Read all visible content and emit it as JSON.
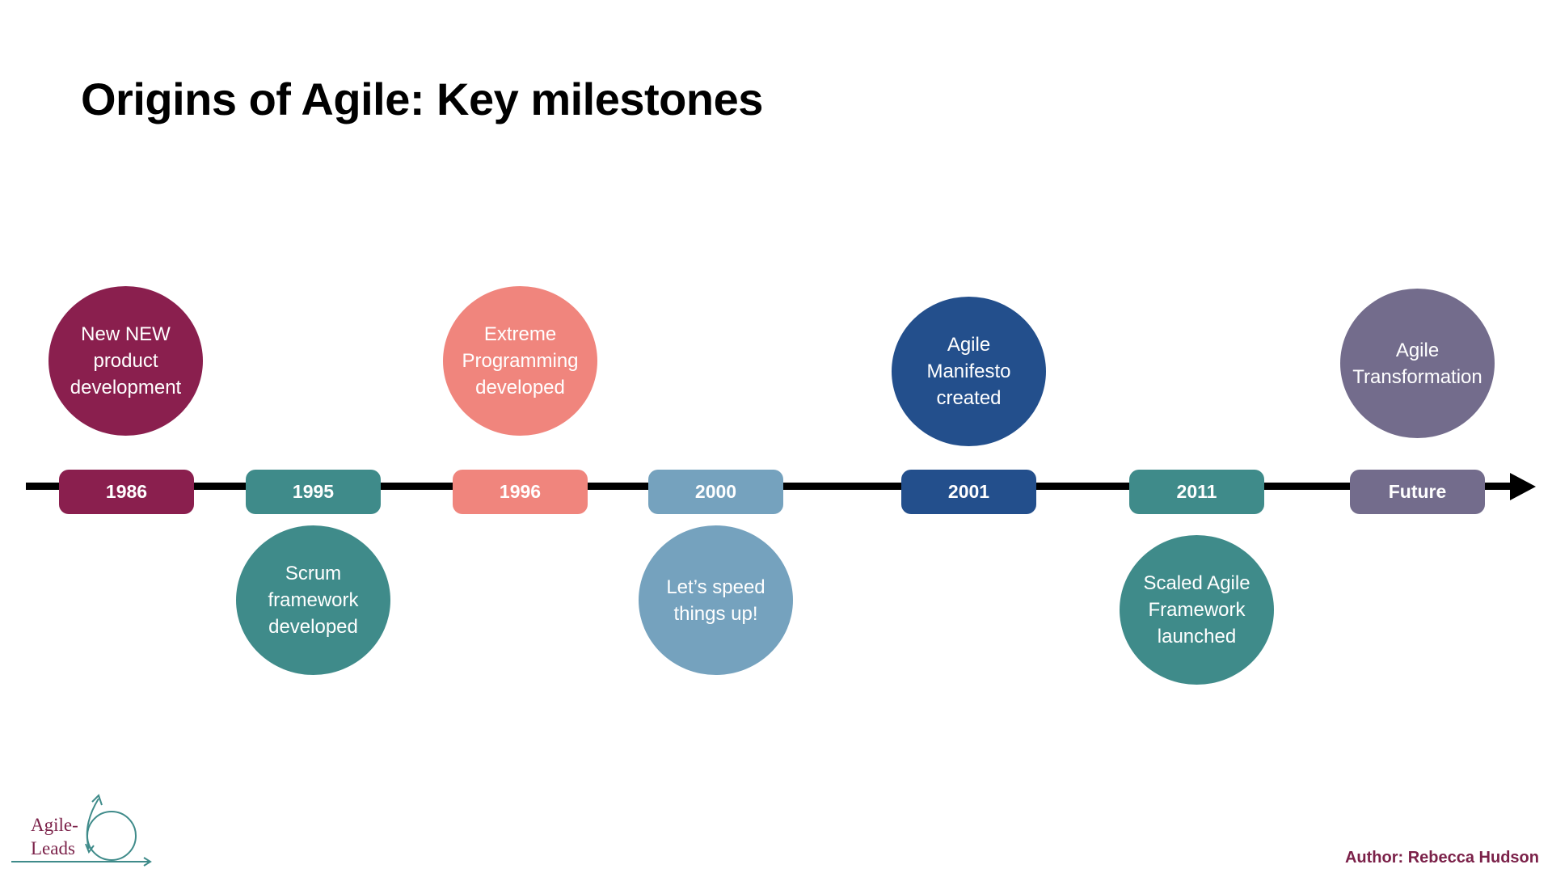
{
  "title": "Origins of Agile: Key milestones",
  "milestones": [
    {
      "year": "1986",
      "event": [
        "New NEW",
        "product",
        "development"
      ],
      "position": "above",
      "color": "#8a1f4e"
    },
    {
      "year": "1995",
      "event": [
        "Scrum",
        "framework",
        "developed"
      ],
      "position": "below",
      "color": "#3f8b8a"
    },
    {
      "year": "1996",
      "event": [
        "Extreme",
        "Programming",
        "developed"
      ],
      "position": "above",
      "color": "#f0857d"
    },
    {
      "year": "2000",
      "event": [
        "Let’s speed",
        "things up!"
      ],
      "position": "below",
      "color": "#75a2be"
    },
    {
      "year": "2001",
      "event": [
        "Agile",
        "Manifesto",
        "created"
      ],
      "position": "above",
      "color": "#234f8c"
    },
    {
      "year": "2011",
      "event": [
        "Scaled Agile",
        "Framework",
        "launched"
      ],
      "position": "below",
      "color": "#3f8b8a"
    },
    {
      "year": "Future",
      "event": [
        "Agile",
        "Transformation"
      ],
      "position": "above",
      "color": "#736c8c"
    }
  ],
  "logo": {
    "line1": "Agile-",
    "line2": "Leads"
  },
  "author": "Author: Rebecca Hudson"
}
